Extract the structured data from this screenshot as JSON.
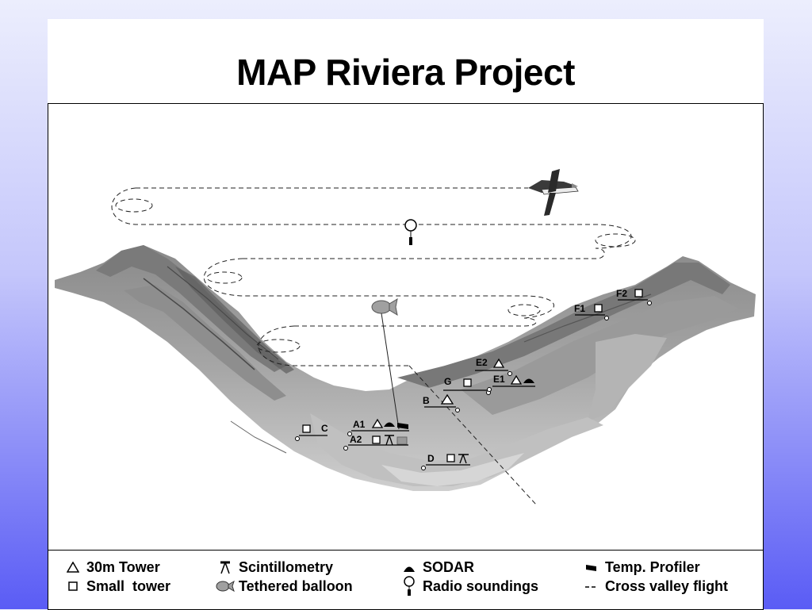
{
  "title": "MAP Riviera Project",
  "sites": {
    "A1": "A1",
    "A2": "A2",
    "B": "B",
    "C": "C",
    "D": "D",
    "E1": "E1",
    "E2": "E2",
    "F1": "F1",
    "F2": "F2",
    "G": "G"
  },
  "legend": {
    "tower30m": "30m Tower",
    "small_tower": "Small  tower",
    "scintillometry": "Scintillometry",
    "tethered_balloon": "Tethered balloon",
    "sodar": "SODAR",
    "radio_soundings": "Radio soundings",
    "temp_profiler": "Temp. Profiler",
    "cross_valley_flight": "Cross valley flight"
  },
  "colors": {
    "background_top": "#eceefd",
    "background_bottom": "#5a5cf5",
    "terrain_dark": "#6e6e6e",
    "terrain_light": "#c8c8c8",
    "balloon": "#a0a0a0"
  }
}
